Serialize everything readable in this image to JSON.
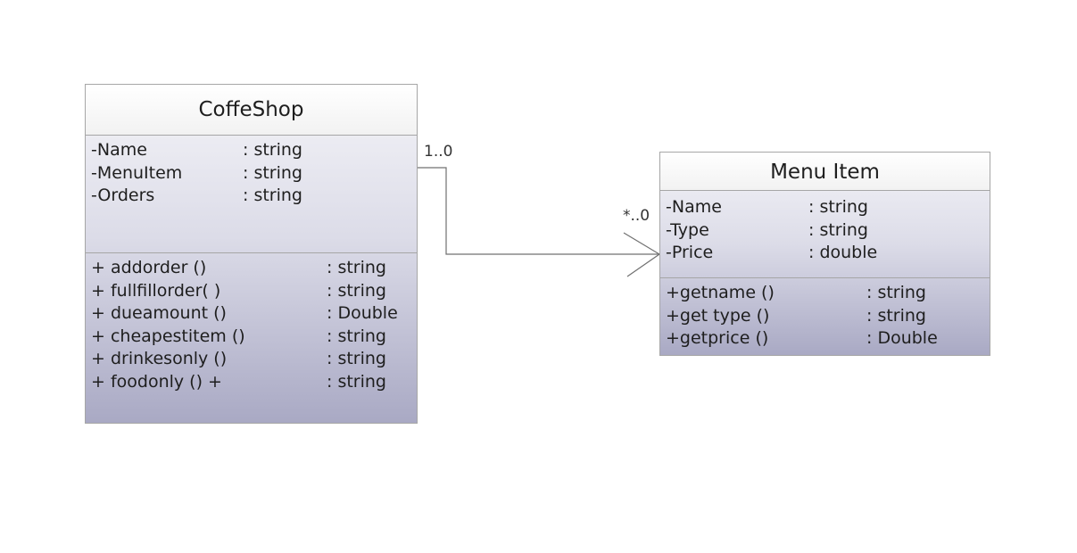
{
  "classes": {
    "coffeeshop": {
      "name": "CoffeShop",
      "attributes": [
        {
          "name": "-Name",
          "type": ":  string"
        },
        {
          "name": "-MenuItem",
          "type": ":  string"
        },
        {
          "name": "-Orders",
          "type": ":  string"
        }
      ],
      "operations": [
        {
          "name": "+ addorder ()",
          "type": ": string"
        },
        {
          "name": "+ fullfillorder( )",
          "type": ": string"
        },
        {
          "name": "+ dueamount ()",
          "type": ": Double"
        },
        {
          "name": "+ cheapestitem ()",
          "type": ": string"
        },
        {
          "name": "+ drinkesonly ()",
          "type": ": string"
        },
        {
          "name": "+ foodonly () +",
          "type": ": string"
        }
      ]
    },
    "menu_item": {
      "name": "Menu Item",
      "attributes": [
        {
          "name": "-Name",
          "type": ":  string"
        },
        {
          "name": "-Type",
          "type": ":  string"
        },
        {
          "name": "-Price",
          "type": ":  double"
        }
      ],
      "operations": [
        {
          "name": "+getname ()",
          "type": ":  string"
        },
        {
          "name": "+get type ()",
          "type": ":  string"
        },
        {
          "name": "+getprice ()",
          "type": ":  Double"
        }
      ]
    }
  },
  "association": {
    "source_multiplicity": "1..0",
    "target_multiplicity": "*..0",
    "line_color": "#707070"
  }
}
